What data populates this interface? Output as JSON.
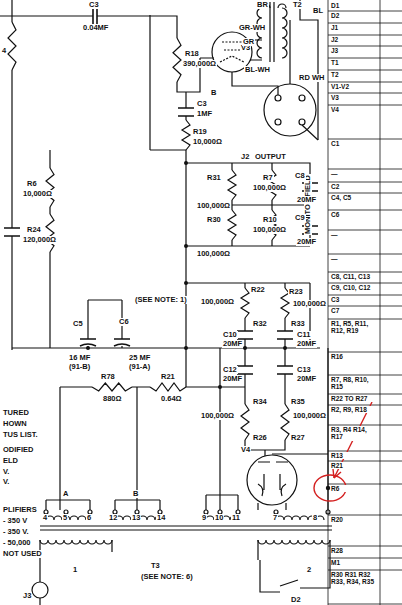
{
  "diagram": {
    "labels": [
      "C3",
      "0.04MF",
      "V3",
      "BR",
      "T2",
      "BL",
      "GR-WH",
      "GR",
      "RD WH",
      "BL-WH",
      "R18",
      "390,000Ω",
      "C3",
      "1MF",
      "R19",
      "10,000Ω",
      "B",
      "J2",
      "OUTPUT",
      "MONITOR FIELD",
      "4",
      "R6",
      "10,000Ω",
      "R24",
      "120,000Ω",
      "R31",
      "100,000Ω",
      "R7",
      "100,000Ω",
      "C8",
      "20MF",
      "R30",
      "100,000Ω",
      "R10",
      "100,000Ω",
      "C9",
      "20MF",
      "(SEE NOTE: 1)",
      "R22",
      "100,000Ω",
      "R23",
      "100,000Ω",
      "R32",
      "R33",
      "C10",
      "20MF",
      "C11",
      "20MF",
      "C5",
      "16 MF",
      "(91-B)",
      "C6",
      "25 MF",
      "(91-A)",
      "R78",
      "880Ω",
      "R21",
      "0.64Ω",
      "C12",
      "20MF",
      "C13",
      "20MF",
      "R34",
      "R35",
      "100,000Ω",
      "100,000Ω",
      "R26",
      "R27",
      "V4",
      "A",
      "B",
      "4",
      "5",
      "6",
      "12",
      "13",
      "14",
      "9",
      "10",
      "11",
      "7",
      "8",
      "T3",
      "(SEE NOTE: 6)",
      "J3",
      "D2",
      "1",
      "2",
      "TURED",
      "HOWN",
      "TUS LIST.",
      "ODIFIED",
      "ELD",
      "V.",
      "V.",
      "PLIFIERS",
      "- 350 V",
      "- 350 V.",
      "- 50,000",
      "NOT USED",
      "D1",
      "D2",
      "J1",
      "J2",
      "J3",
      "T1",
      "T2",
      "V1-V2",
      "V3",
      "V4",
      "C1",
      "—",
      "C2",
      "C4, C5",
      "C6",
      "—",
      "—",
      "C8, C11, C13",
      "C9, C10, C12",
      "C3",
      "C7",
      "R1, R5, R11, R12, R19",
      "R16",
      "R7, R8, R10, R15",
      "R22 TO R27",
      "R2, R9, R18",
      "R3, R4 R14, R17",
      "R13",
      "R21",
      "R6",
      "R20",
      "R28",
      "M1",
      "R30 R31 R32 R33, R34, R35"
    ]
  }
}
